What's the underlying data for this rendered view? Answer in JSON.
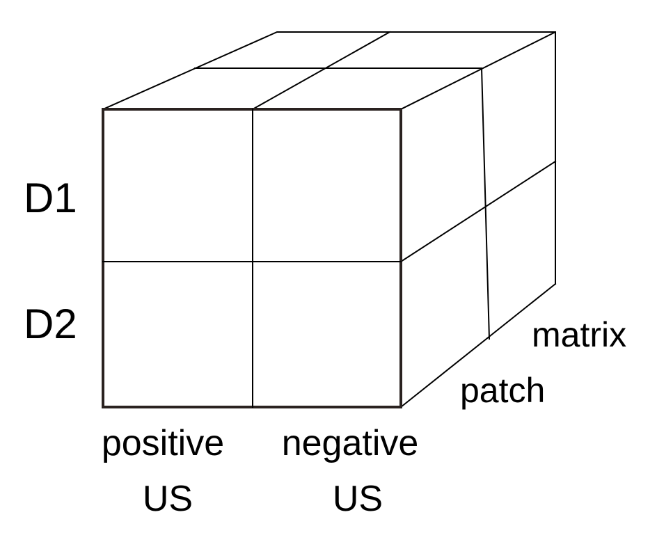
{
  "rows": {
    "row1": "D1",
    "row2": "D2"
  },
  "columns": {
    "col1_line1": "positive",
    "col1_line2": "US",
    "col2_line1": "negative",
    "col2_line2": "US"
  },
  "depth": {
    "front": "patch",
    "back": "matrix"
  }
}
